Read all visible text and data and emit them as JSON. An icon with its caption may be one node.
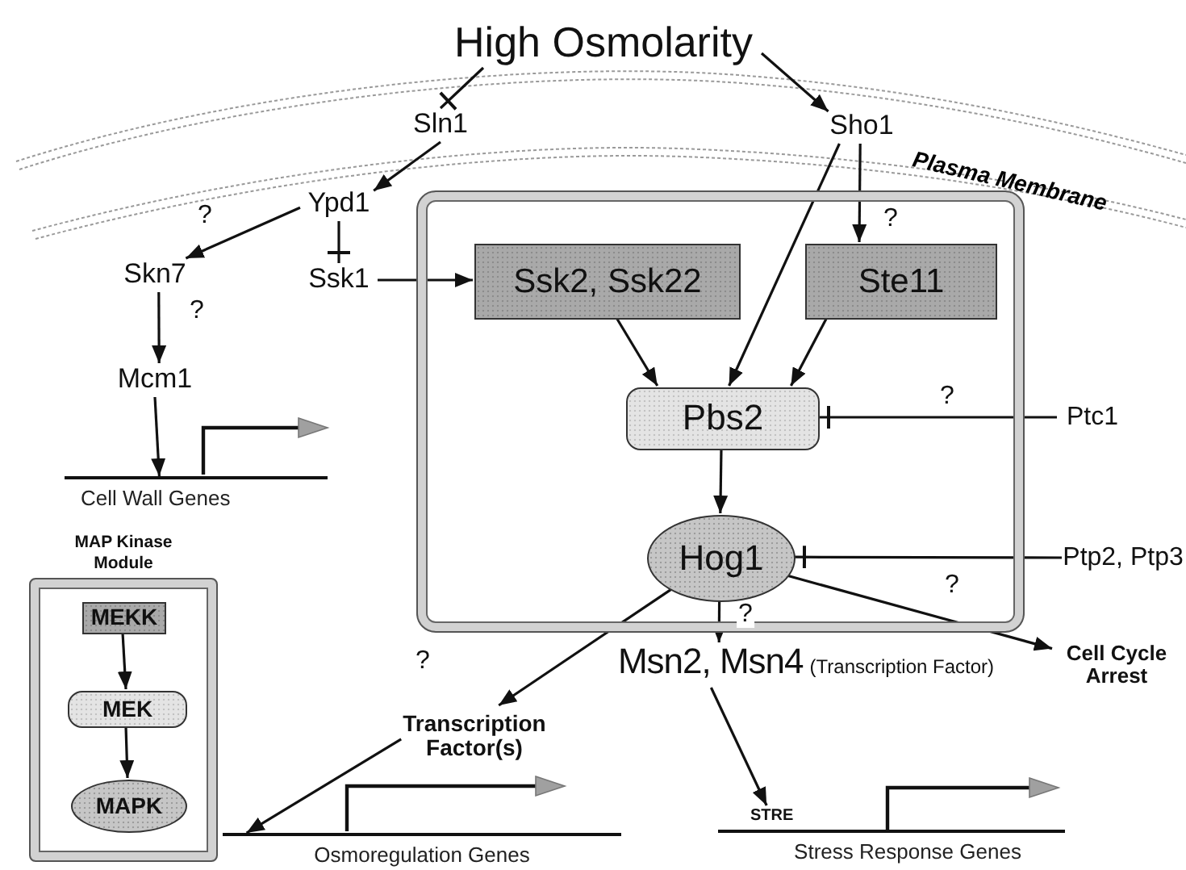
{
  "diagram": {
    "nodes": [
      {
        "text": [
          "High Osmolarity"
        ]
      },
      {
        "text": [
          "Sln1"
        ]
      },
      {
        "text": [
          "Sho1"
        ]
      },
      {
        "text": [
          "Ypd1"
        ]
      },
      {
        "text": [
          "Skn7"
        ]
      },
      {
        "text": [
          "Ssk1"
        ]
      },
      {
        "text": [],
        "shape": "box"
      },
      {
        "text": [
          "Ssk2, Ssk22"
        ],
        "in": 6
      },
      {
        "text": [
          "Ste11"
        ],
        "in": 6
      },
      {
        "text": [
          "Pbs2"
        ],
        "in": 6
      },
      {
        "text": [
          "Hog1"
        ],
        "in": 6
      },
      {
        "text": [
          "Ptc1"
        ]
      },
      {
        "text": [
          "Ptp2, Ptp3"
        ]
      },
      {
        "text": [
          "Mcm1"
        ]
      },
      {
        "text": [
          "Cell Wall Genes"
        ]
      },
      {
        "text": [
          "MAP Kinase Module"
        ]
      },
      {
        "text": [
          "MEKK"
        ],
        "in": 15
      },
      {
        "text": [
          "MEK"
        ],
        "in": 15
      },
      {
        "text": [
          "MAPK"
        ],
        "in": 15
      },
      {
        "text": [
          "Transcription Factor(s)"
        ]
      },
      {
        "text": [
          "Msn2, Msn4",
          "(Transcription Factor)"
        ]
      },
      {
        "text": [
          "Cell Cycle Arrest"
        ]
      },
      {
        "text": [
          "Osmoregulation Genes"
        ]
      },
      {
        "text": [
          "STRE",
          "Stress Response Genes"
        ]
      }
    ],
    "edges": [
      {
        "from": 0,
        "to": 1,
        "arrow": "other"
      },
      {
        "from": 0,
        "to": 2,
        "arrow": "to"
      },
      {
        "from": 1,
        "to": 3,
        "arrow": "to"
      },
      {
        "from": 3,
        "to": 4,
        "arrow": "to",
        "label": "?"
      },
      {
        "from": 3,
        "to": 5,
        "arrow": "other"
      },
      {
        "from": 4,
        "to": 13,
        "arrow": "to",
        "label": "?"
      },
      {
        "from": 5,
        "to": 7,
        "arrow": "to"
      },
      {
        "from": 13,
        "to": 14,
        "arrow": "to"
      },
      {
        "from": 2,
        "to": 8,
        "arrow": "to",
        "label": "?"
      },
      {
        "from": 2,
        "to": 9,
        "arrow": "to"
      },
      {
        "from": 7,
        "to": 9,
        "arrow": "to"
      },
      {
        "from": 8,
        "to": 9,
        "arrow": "to"
      },
      {
        "from": 11,
        "to": 9,
        "arrow": "other",
        "label": "?"
      },
      {
        "from": 9,
        "to": 10,
        "arrow": "to"
      },
      {
        "from": 12,
        "to": 10,
        "arrow": "other"
      },
      {
        "from": 10,
        "to": 21,
        "arrow": "to",
        "label": "?"
      },
      {
        "from": 10,
        "to": 19,
        "arrow": "to",
        "label": "?"
      },
      {
        "from": 10,
        "to": 20,
        "arrow": "to",
        "label": "?"
      },
      {
        "from": 19,
        "to": 22,
        "arrow": "to"
      },
      {
        "from": 20,
        "to": 23,
        "arrow": "to"
      },
      {
        "from": 16,
        "to": 17,
        "arrow": "to"
      },
      {
        "from": 17,
        "to": 18,
        "arrow": "to"
      }
    ],
    "labels": [
      "Plasma Membrane"
    ]
  }
}
